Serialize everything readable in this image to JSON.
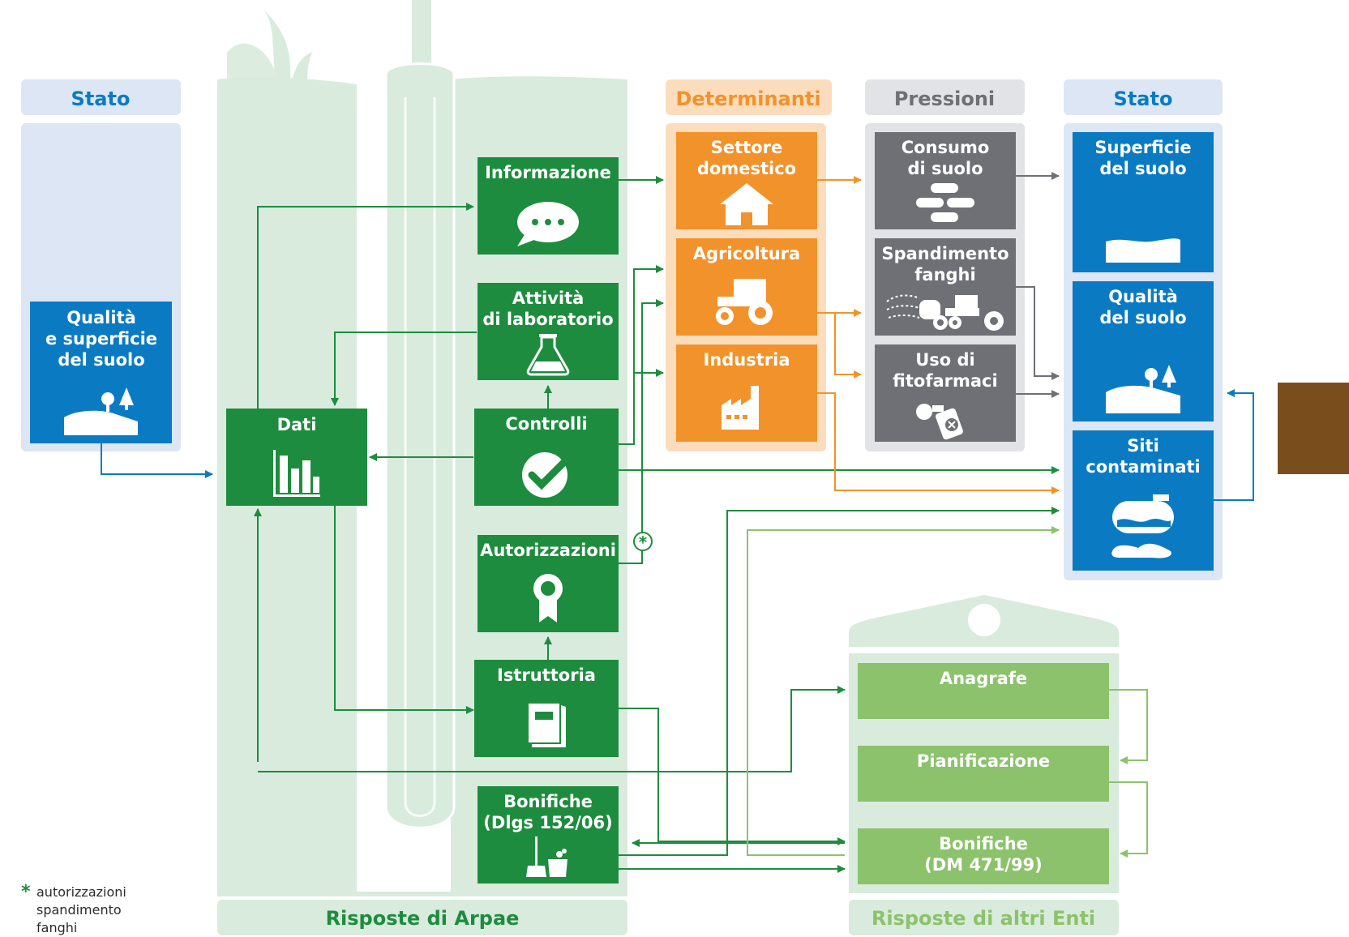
{
  "colors": {
    "arpae_green": "#1e8c3e",
    "other_green": "#8cc26b",
    "orange": "#f2922a",
    "grey": "#6e7076",
    "blue": "#0a7bc2",
    "light_green_bg": "#d8ebdd",
    "light_blue_bg": "#dce6f4",
    "light_orange_bg": "#fbdcbc",
    "light_grey_bg": "#e2e3e6",
    "side_tab_brown": "#7a4e1c"
  },
  "headers": {
    "stato_left": "Stato",
    "determinanti": "Determinanti",
    "pressioni": "Pressioni",
    "stato_right": "Stato"
  },
  "stato_left": {
    "box": [
      "Qualità",
      "e superficie",
      "del suolo"
    ],
    "icon": "landscape-tree-icon"
  },
  "arpae": {
    "footer": "Risposte di Arpae",
    "dati": {
      "label": [
        "Dati"
      ],
      "icon": "bar-chart-icon"
    },
    "informazione": {
      "label": [
        "Informazione"
      ],
      "icon": "speech-bubble-icon"
    },
    "attivita": {
      "label": [
        "Attività",
        "di laboratorio"
      ],
      "icon": "flask-icon"
    },
    "controlli": {
      "label": [
        "Controlli"
      ],
      "icon": "check-circle-icon"
    },
    "autorizzazioni": {
      "label": [
        "Autorizzazioni"
      ],
      "icon": "award-badge-icon"
    },
    "istruttoria": {
      "label": [
        "Istruttoria"
      ],
      "icon": "document-folder-icon"
    },
    "bonifiche": {
      "label": [
        "Bonifiche",
        "(Dlgs 152/06)"
      ],
      "icon": "broom-bucket-icon"
    }
  },
  "determinanti": {
    "settore": {
      "label": [
        "Settore",
        "domestico"
      ],
      "icon": "house-icon"
    },
    "agricoltura": {
      "label": [
        "Agricoltura"
      ],
      "icon": "tractor-icon"
    },
    "industria": {
      "label": [
        "Industria"
      ],
      "icon": "factory-icon"
    }
  },
  "pressioni": {
    "consumo": {
      "label": [
        "Consumo",
        "di suolo"
      ],
      "icon": "bricks-icon"
    },
    "spandimento": {
      "label": [
        "Spandimento",
        "fanghi"
      ],
      "icon": "tractor-spreader-icon"
    },
    "uso": {
      "label": [
        "Uso di",
        "fitofarmaci"
      ],
      "icon": "pesticide-sprayer-icon"
    }
  },
  "stato_right": {
    "superficie": {
      "label": [
        "Superficie",
        "del suolo"
      ],
      "icon": "soil-surface-icon"
    },
    "qualita": {
      "label": [
        "Qualità",
        "del suolo"
      ],
      "icon": "landscape-tree-icon"
    },
    "siti": {
      "label": [
        "Siti",
        "contaminati"
      ],
      "icon": "tank-spill-icon"
    }
  },
  "altri_enti": {
    "footer": "Risposte di altri Enti",
    "anagrafe": [
      "Anagrafe"
    ],
    "pianificazione": [
      "Pianificazione"
    ],
    "bonifiche": [
      "Bonifiche",
      "(DM 471/99)"
    ],
    "icon": "institution-building-icon"
  },
  "footnote": {
    "marker": "*",
    "text": "autorizzazioni spandimento fanghi"
  }
}
